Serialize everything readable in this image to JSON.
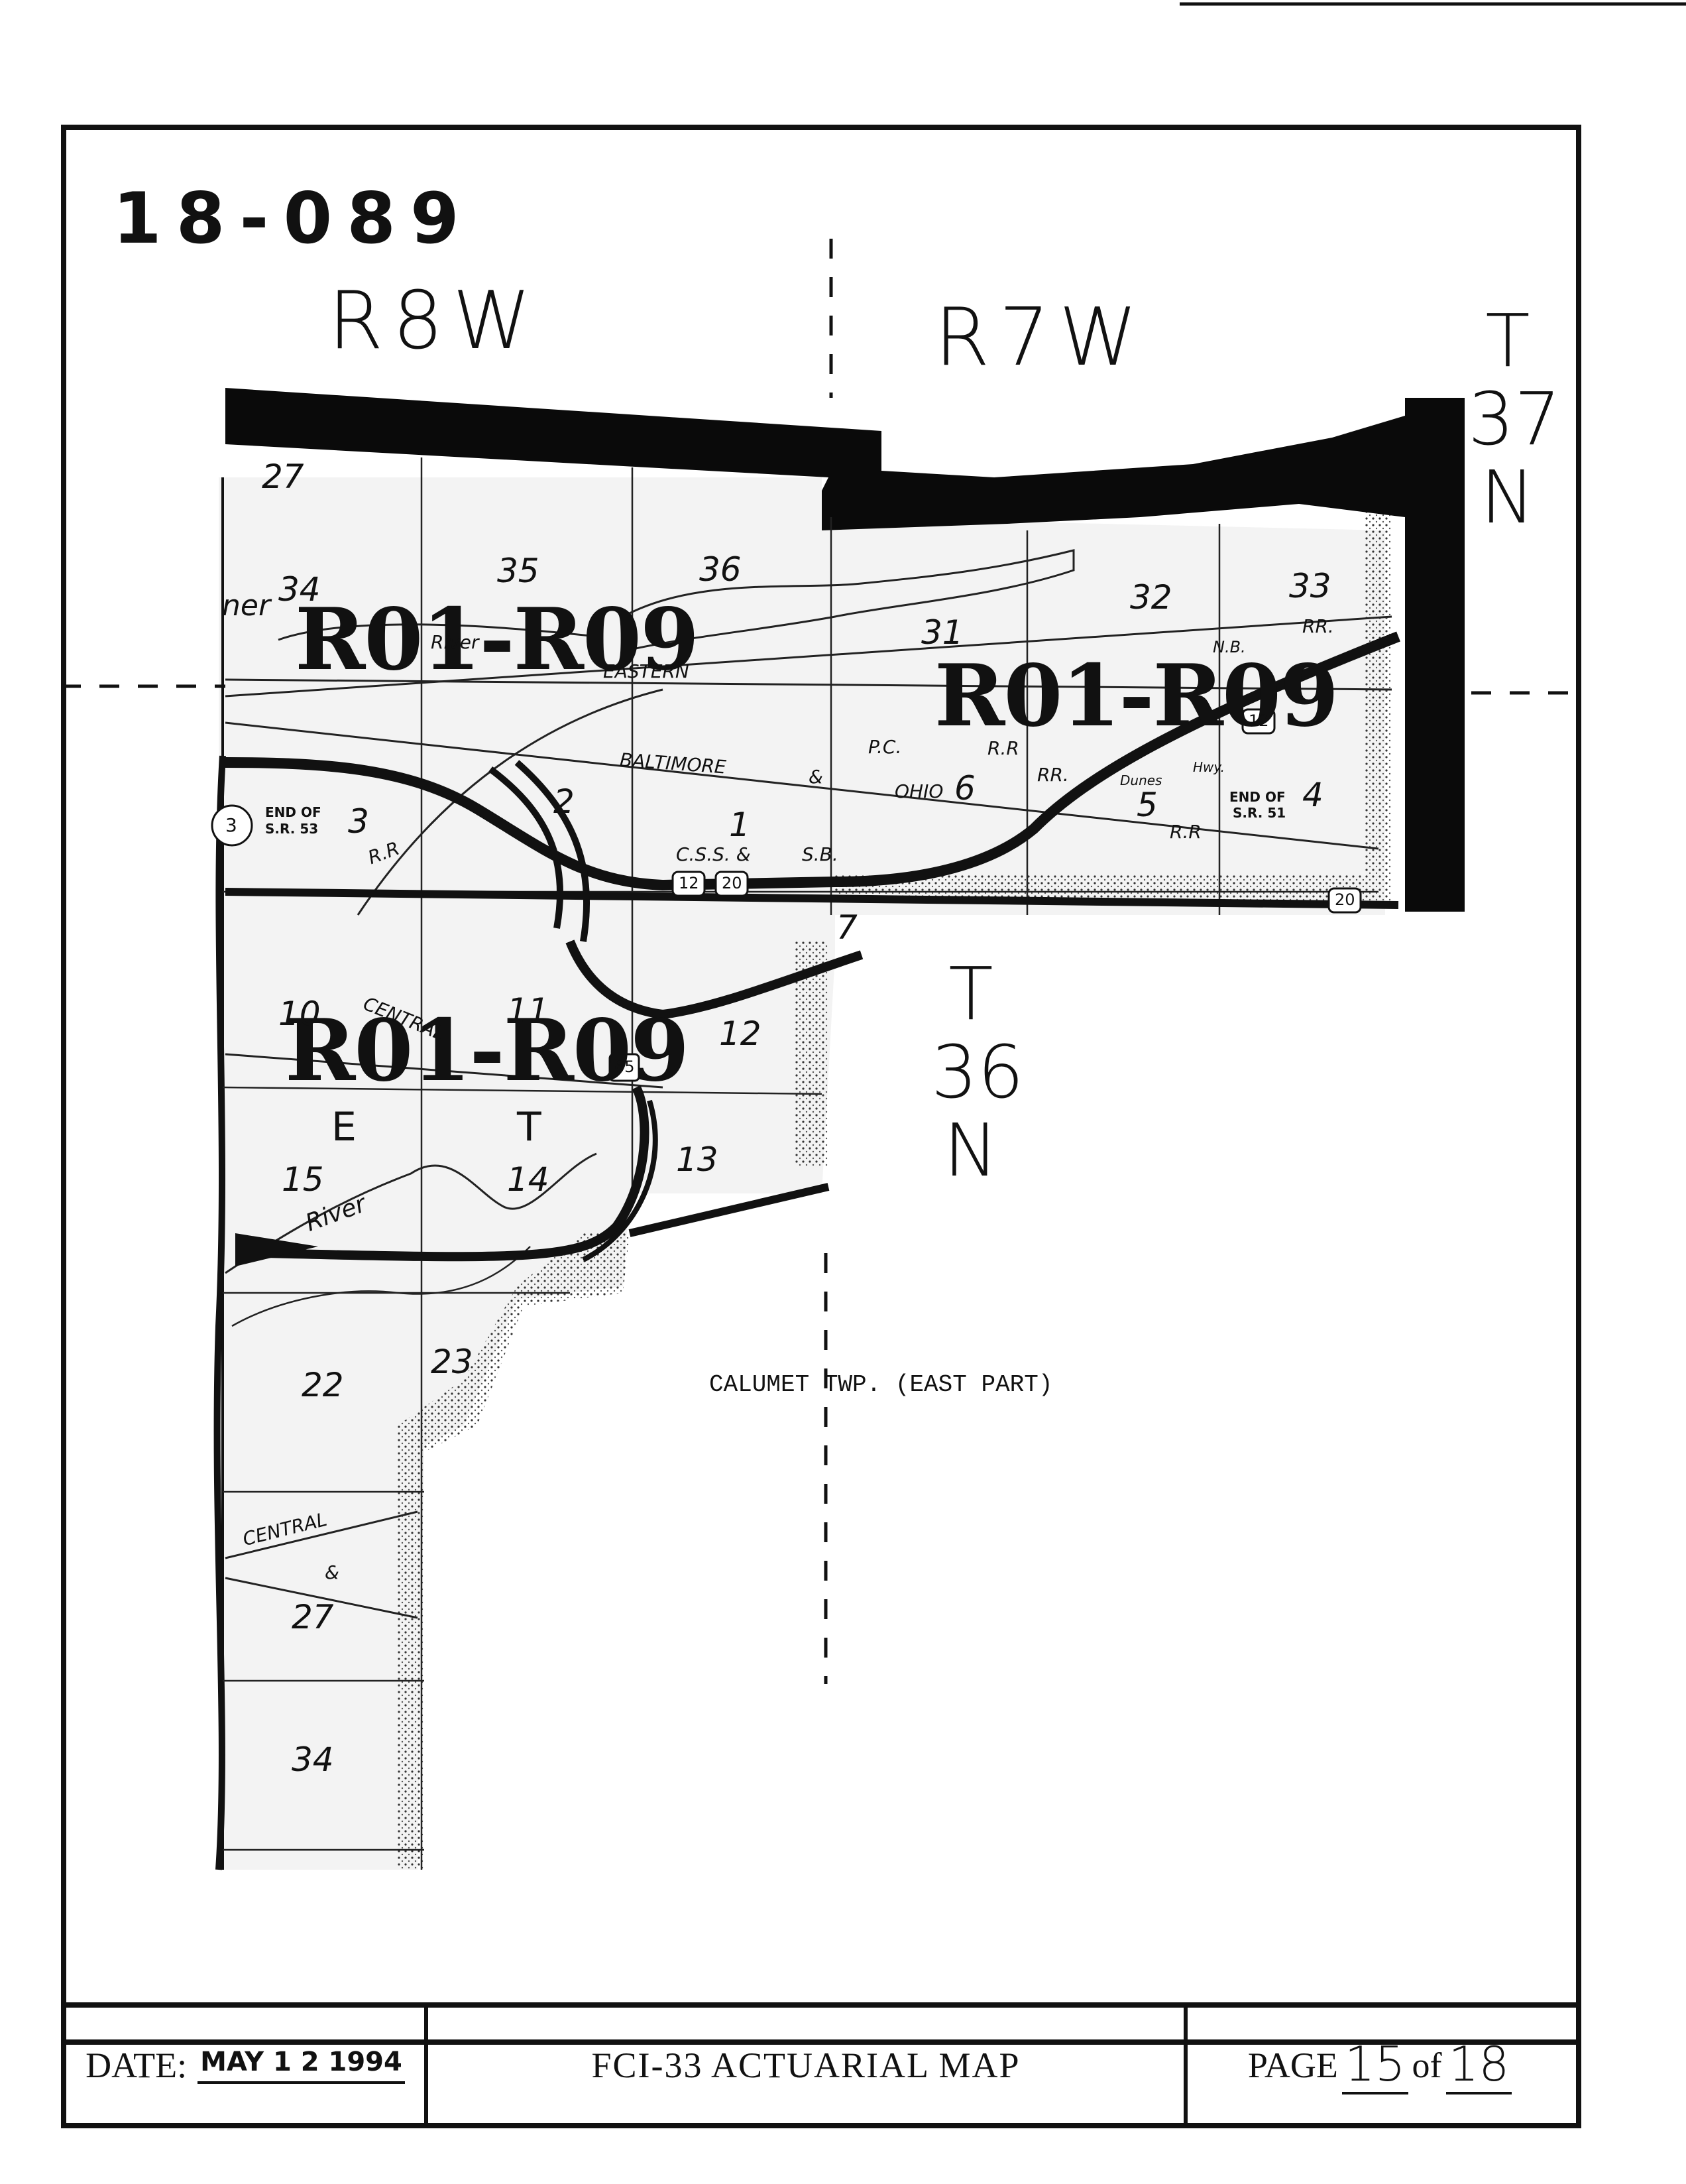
{
  "map_number": "18-089",
  "ranges": {
    "west": "R8W",
    "east": "R7W"
  },
  "townships": {
    "north": {
      "t": "T",
      "num": "37",
      "dir": "N"
    },
    "south": {
      "t": "T",
      "num": "36",
      "dir": "N"
    }
  },
  "rate_zones": [
    "R01-R09",
    "R01-R09",
    "R01-R09"
  ],
  "sections": {
    "s27a": "27",
    "s34a": "34",
    "s35": "35",
    "s36": "36",
    "s31": "31",
    "s32": "32",
    "s33": "33",
    "s3": "3",
    "s2": "2",
    "s1": "1",
    "s6": "6",
    "s5": "5",
    "s4": "4",
    "s10": "10",
    "s12": "12",
    "s15": "15",
    "s14": "14",
    "s13": "13",
    "s22": "22",
    "s23": "23",
    "s27b": "27",
    "s34b": "34",
    "s7": "7",
    "s11": "11"
  },
  "map_labels": {
    "river1": "River",
    "river2": "River",
    "eastern": "EASTERN",
    "baltimore": "BALTIMORE",
    "and1": "&",
    "ohio": "OHIO",
    "pc": "P.C.",
    "rr1": "R.R",
    "rr2": "RR.",
    "rr3": "R.R",
    "rr4": "RR.",
    "rr5": "R.R",
    "nb": "N.B.",
    "dunes": "Dunes",
    "hwy": "Hwy.",
    "css": "C.S.S. &",
    "sb": "S.B.",
    "central1": "CENTRAL",
    "central2": "CENTRAL",
    "and2": "&",
    "end53": "END OF",
    "sr53": "S.R. 53",
    "end51": "END OF",
    "sr51": "S.R. 51",
    "e": "E",
    "t": "T",
    "ner": "ner"
  },
  "shields": {
    "us12a": "12",
    "us20a": "20",
    "us12b": "12",
    "us20b": "20",
    "i65": "65",
    "sr3": "3"
  },
  "township_name": "CALUMET TWP. (EAST PART)",
  "footer": {
    "date_label": "DATE:",
    "date_value": "MAY 1 2 1994",
    "title": "FCI-33 ACTUARIAL  MAP",
    "page_label": "PAGE",
    "page_current": "15",
    "page_of": "of",
    "page_total": "18"
  }
}
